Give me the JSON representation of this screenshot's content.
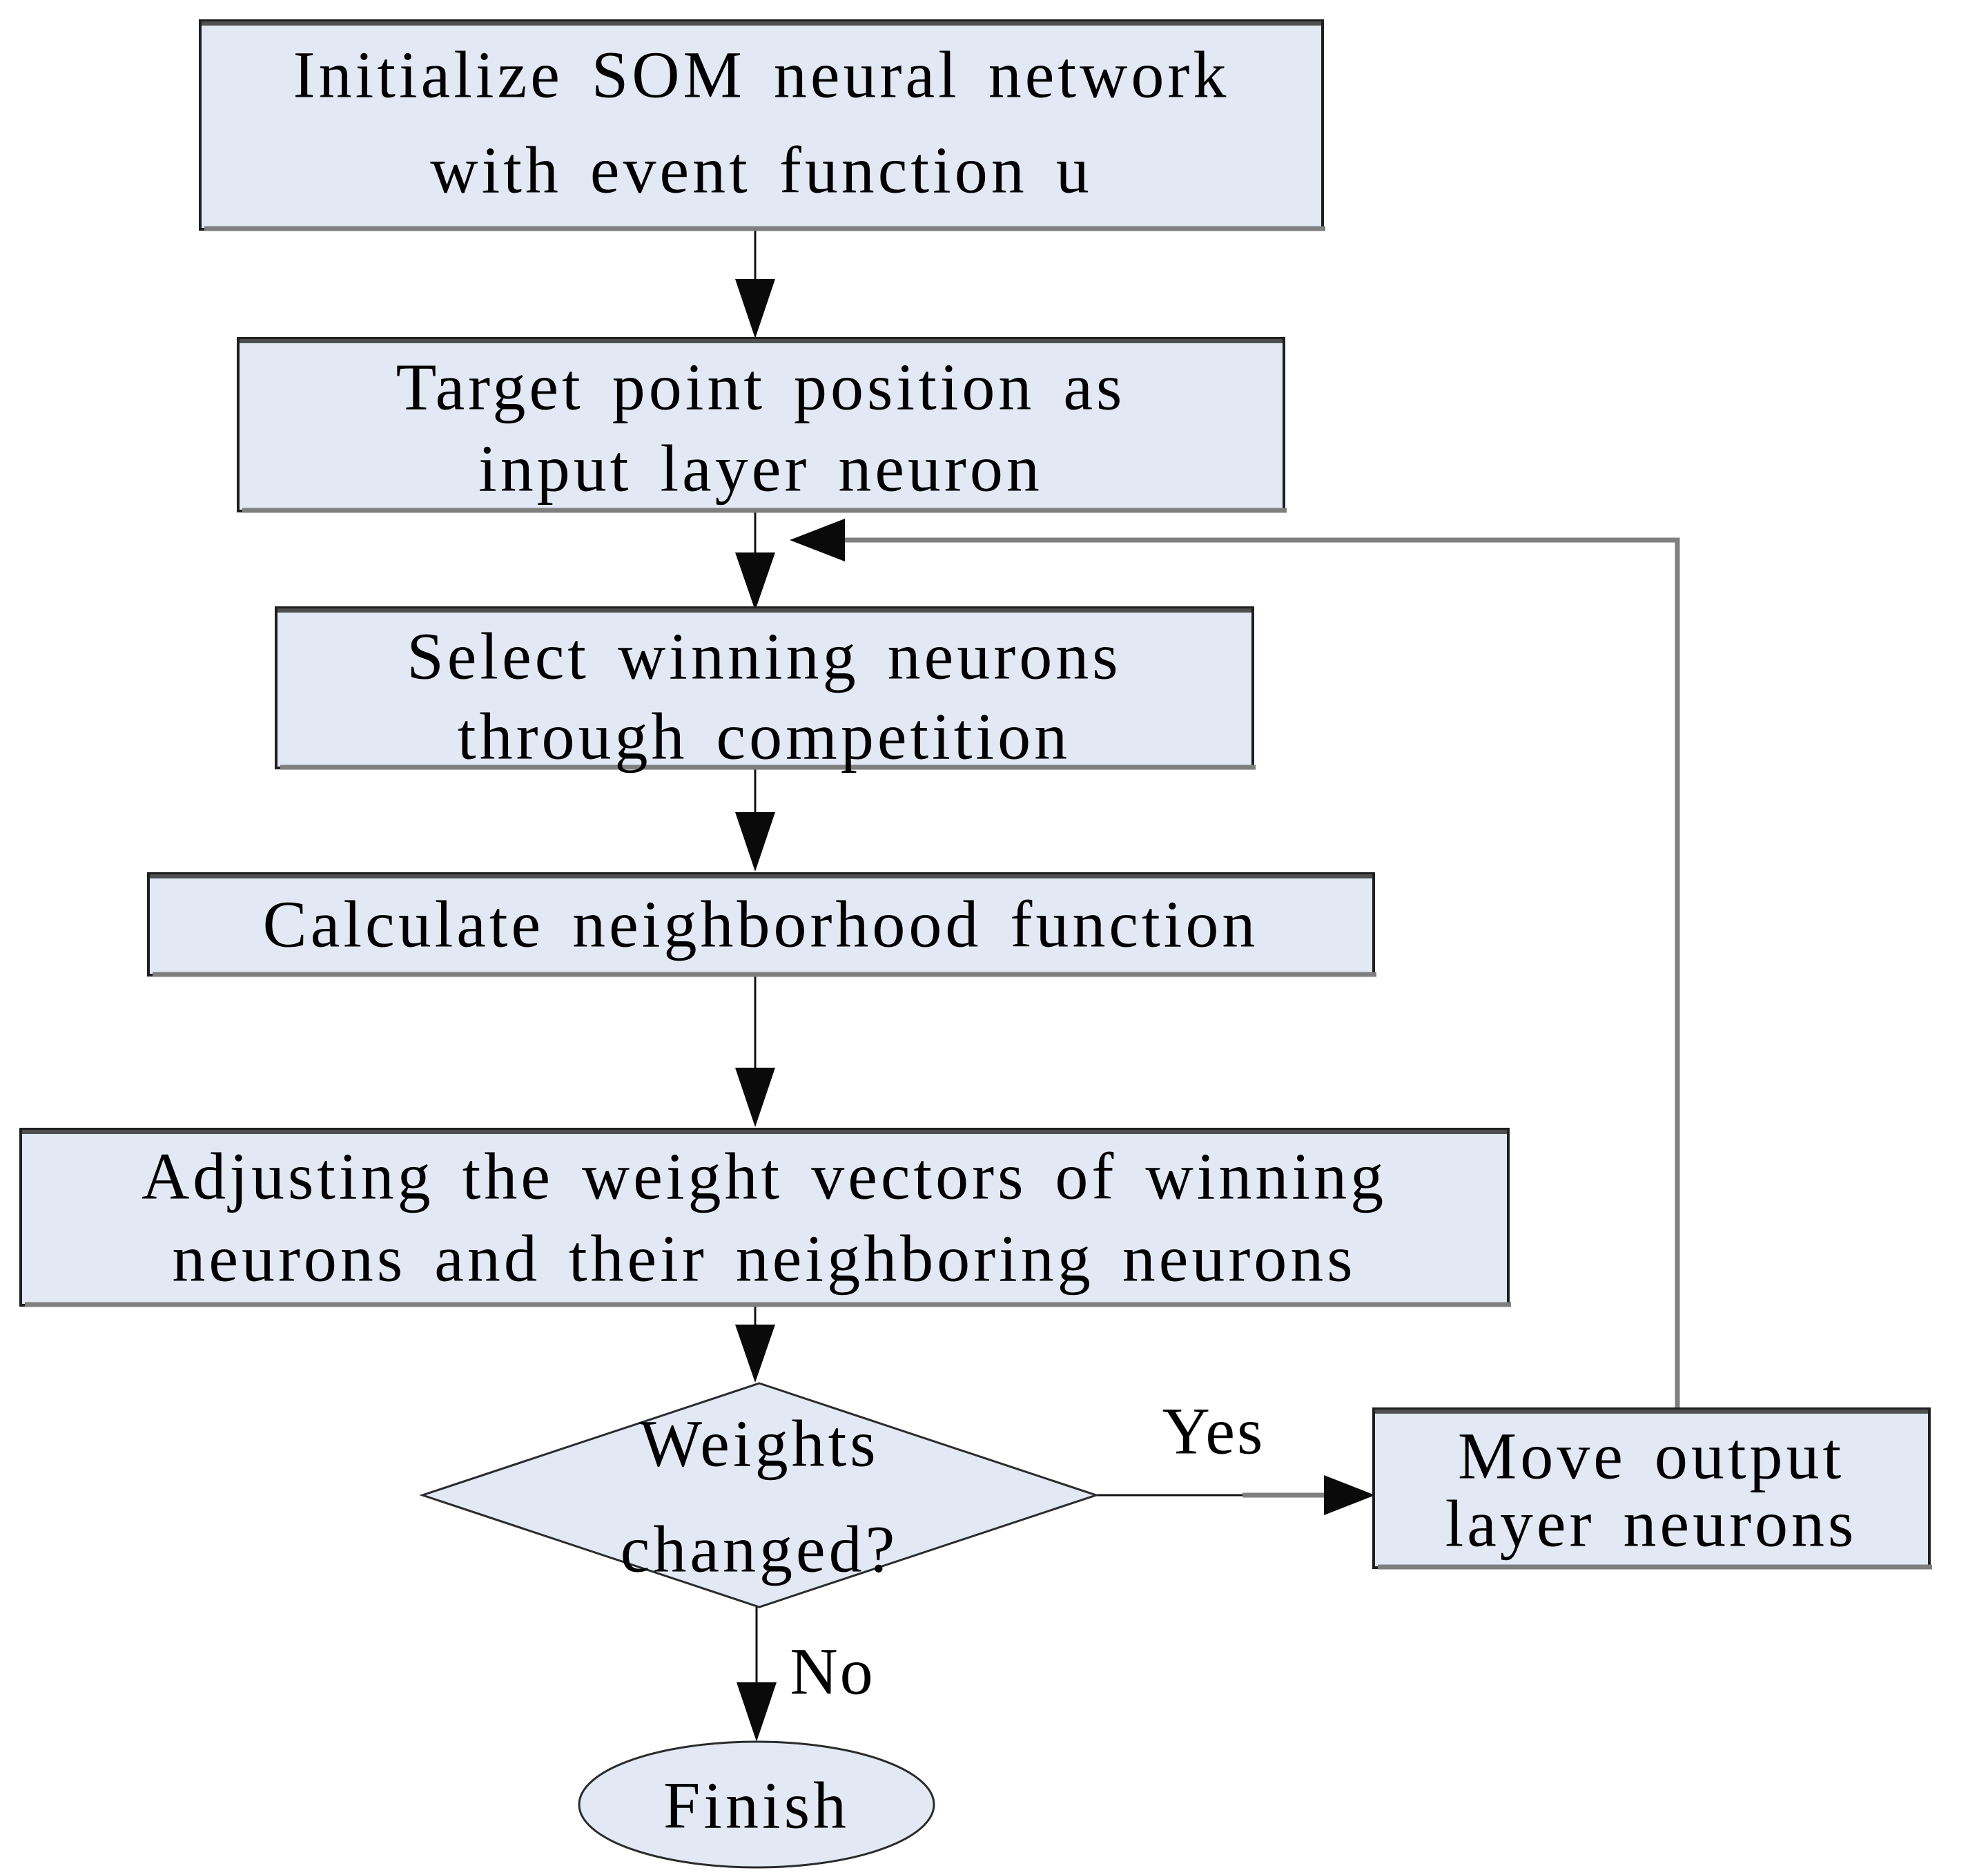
{
  "colors": {
    "node_fill": "#e2e9f5",
    "border_dark": "#1f1f1f",
    "border_top": "#4f4f4f",
    "border_bottom": "#7f7f7f",
    "connector": "#111111",
    "loop_connector": "#7f7f7f",
    "text": "#000000",
    "background": "#ffffff"
  },
  "nodes": {
    "init": {
      "type": "process",
      "line1": "Initialize SOM neural network",
      "line2": "with event function u"
    },
    "target": {
      "type": "process",
      "line1": "Target point position as",
      "line2": "input layer neuron"
    },
    "select": {
      "type": "process",
      "line1": "Select winning neurons",
      "line2": "through competition"
    },
    "neighborhood": {
      "type": "process",
      "line1": "Calculate neighborhood function"
    },
    "adjust": {
      "type": "process",
      "line1": "Adjusting the weight vectors of winning",
      "line2": "neurons and their neighboring neurons"
    },
    "decision": {
      "type": "decision",
      "line1": "Weights",
      "line2": "changed?"
    },
    "move": {
      "type": "process",
      "line1": "Move output",
      "line2": "layer neurons"
    },
    "finish": {
      "type": "terminator",
      "line1": "Finish"
    }
  },
  "labels": {
    "yes": "Yes",
    "no": "No"
  }
}
